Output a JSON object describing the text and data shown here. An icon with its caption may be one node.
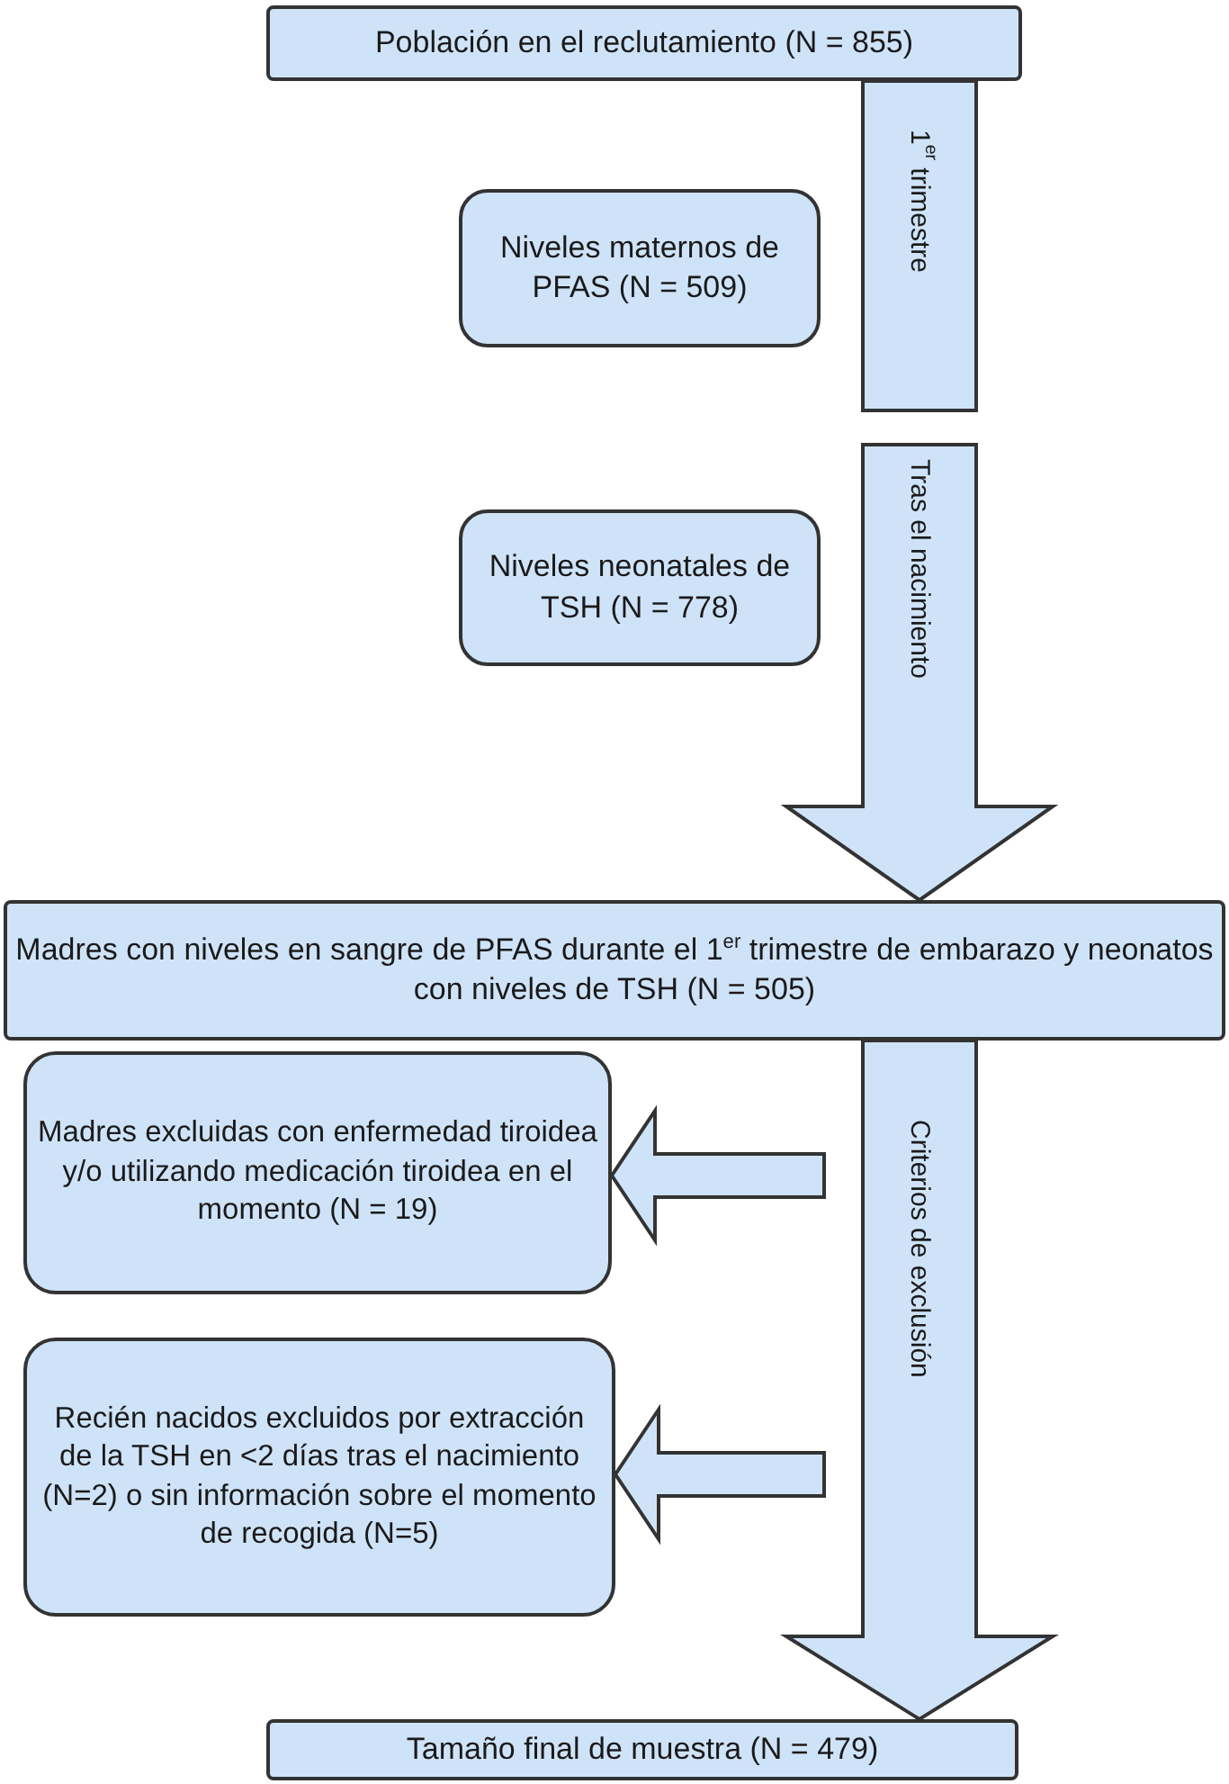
{
  "diagram": {
    "nodes": [
      {
        "text": [
          "Población en el reclutamiento (N = 855)"
        ]
      },
      {
        "text": [
          "Niveles maternos de PFAS (N = 509)"
        ]
      },
      {
        "text": [
          "Niveles neonatales de TSH (N = 778)"
        ]
      },
      {
        "text": [
          "Madres con niveles en sangre de PFAS durante el 1$^{er}$ trimestre de embarazo y neonatos con niveles de TSH (N = 505)"
        ]
      },
      {
        "text": [
          "Madres excluidas con enfermedad tiroidea y/o utilizando medicación tiroidea en el momento (N = 19)"
        ]
      },
      {
        "text": [
          "Recién nacidos excluidos por extracción de la TSH en <2 días tras el nacimiento (N=2) o sin información sobre el momento de recogida (N=5)"
        ]
      },
      {
        "text": [
          "Tamaño final de muestra (N = 479)"
        ]
      }
    ],
    "edges": [
      {
        "from": 0,
        "to": 3,
        "arrow": "to"
      },
      {
        "from": 3,
        "to": 6,
        "arrow": "to",
        "label": "Criterios de exclusión"
      },
      {
        "from": null,
        "to": 4,
        "arrow": "to"
      },
      {
        "from": null,
        "to": 5,
        "arrow": "to"
      }
    ],
    "labels": [
      "1$^{er}$ trimestre",
      "Tras el nacimiento"
    ]
  }
}
